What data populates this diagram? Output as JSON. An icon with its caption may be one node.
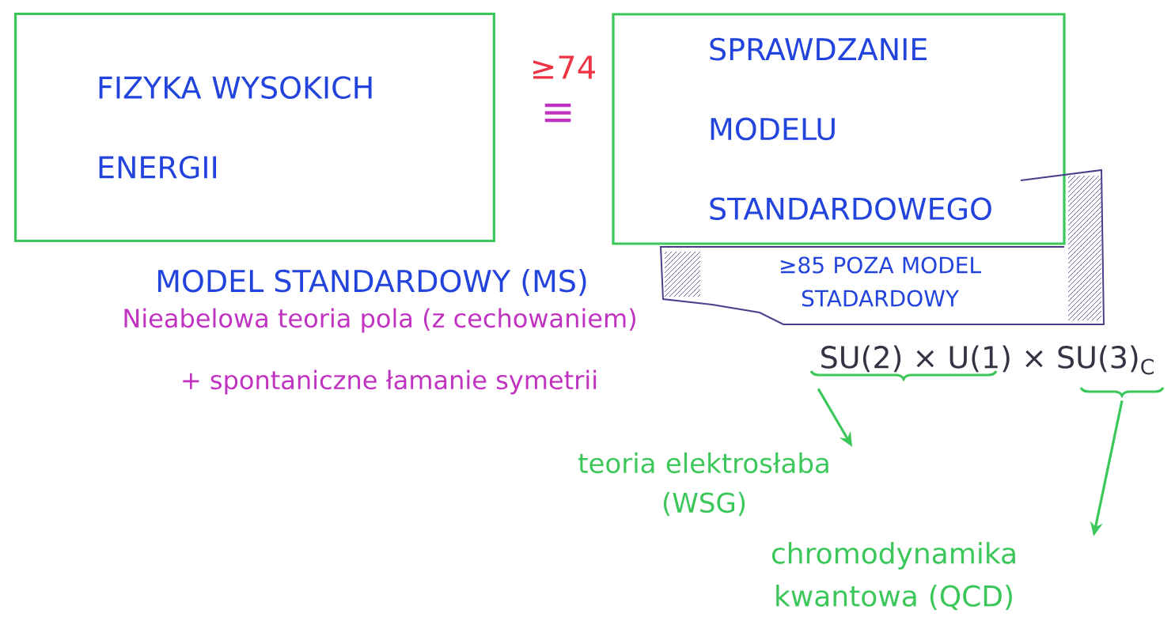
{
  "diagram": {
    "nodes": [
      {
        "text": [
          "FIZYKA WYSOKICH ENERGII"
        ]
      },
      {
        "text": [
          "SPRAWDZANIE MODELU STANDARDOWEGO"
        ]
      },
      {
        "text": [
          "≥85 POZA MODEL STADARDOWY"
        ]
      },
      {
        "text": [],
        "shape": "brace"
      },
      {
        "text": [],
        "shape": "brace"
      },
      {
        "text": [
          "teoria elektrosłaba (WSG)"
        ]
      },
      {
        "text": [
          "chromodynamika kwantowa (QCD)"
        ]
      }
    ],
    "edges": [
      {
        "from": 3,
        "to": 5,
        "arrow": "to"
      },
      {
        "from": 4,
        "to": 6,
        "arrow": "to"
      }
    ],
    "labels": [
      "≥74",
      "≡",
      "MODEL STANDARDOWY (MS)",
      "Nieabelowa teoria pola (z cechowaniem)",
      "+ spontaniczne łamanie symetrii",
      "SU(2) × U(1) × SU(3)$_{C}$"
    ]
  }
}
